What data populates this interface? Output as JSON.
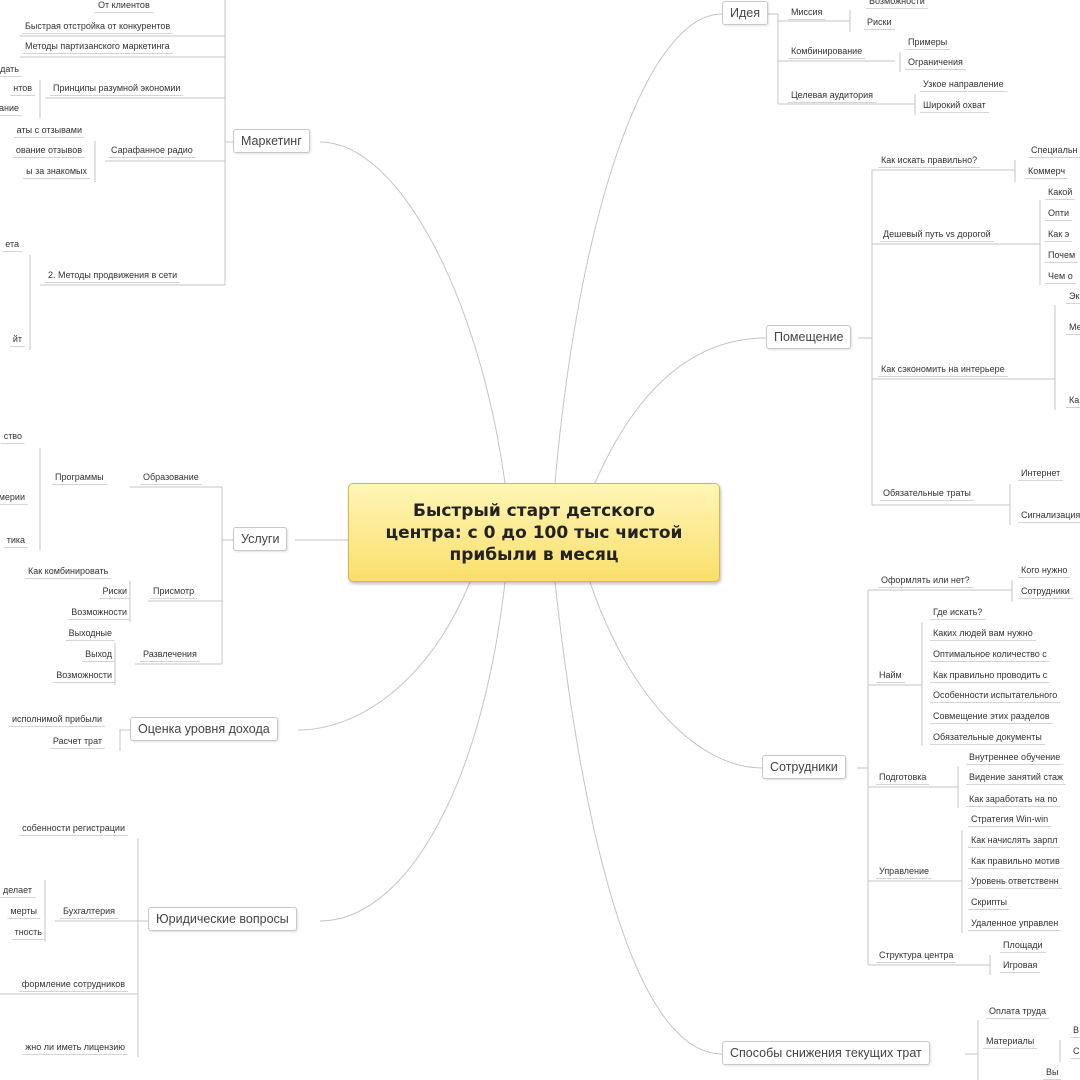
{
  "central": {
    "lines": [
      "Быстрый старт детского",
      "центра: с 0 до 100 тыс чистой",
      "прибыли в месяц"
    ]
  },
  "marketing": {
    "label": "Маркетинг",
    "items": [
      "От клиентов",
      "Быстрая отстройка от конкурентов",
      "Методы партизанского маркетинга",
      "дать",
      "нтов",
      "Принципы разумной экономии",
      "ание",
      "аты с отзывами",
      "ование отзывов",
      "Сарафанное радио",
      "ы за знакомых",
      "ета",
      "2. Методы продвижения в сети",
      "йт"
    ]
  },
  "services": {
    "label": "Услуги",
    "items": [
      "ство",
      "Программы",
      "Образование",
      "мерии",
      "тика",
      "Как комбинировать",
      "Риски",
      "Присмотр",
      "Возможности",
      "Выходные",
      "Выход",
      "Развлечения",
      "Возможности"
    ]
  },
  "income": {
    "label": "Оценка уровня дохода",
    "items": [
      "исполнимой прибыли",
      "Расчет трат"
    ]
  },
  "legal": {
    "label": "Юридические вопросы",
    "items": [
      "собенности регистрации",
      "и делает",
      "мерты",
      "Бухгалтерия",
      "тность",
      "формление сотрудников",
      "жно ли иметь лицензию"
    ]
  },
  "idea": {
    "label": "Идея",
    "items": [
      "Миссия",
      "Возможности",
      "Риски",
      "Комбинирование",
      "Примеры",
      "Ограничения",
      "Целевая аудитория",
      "Узкое направление",
      "Широкий охват"
    ]
  },
  "premises": {
    "label": "Помещение",
    "items": [
      "Как искать правильно?",
      "Специальн",
      "Коммерч",
      "Дешевый путь vs дорогой",
      "Какой",
      "Опти",
      "Как э",
      "Почем",
      "Чем о",
      "Как сэкономить на интерьере",
      "Эк",
      "Ме",
      "Ка",
      "Обязательные траты",
      "Интернет",
      "Сигнализация"
    ]
  },
  "staff": {
    "label": "Сотрудники",
    "items": [
      "Оформлять или нет?",
      "Кого нужно",
      "Сотрудники",
      "Найм",
      "Где искать?",
      "Каких людей вам нужно",
      "Оптимальное количество с",
      "Как правильно проводить с",
      "Особенности испытательного",
      "Совмещение этих разделов",
      "Обязательные документы",
      "Подготовка",
      "Внутреннее обучение",
      "Видение занятий стаж",
      "Как заработать на по",
      "Управление",
      "Стратегия Win-win",
      "Как начислять зарпл",
      "Как правильно мотив",
      "Уровень ответственн",
      "Скрипты",
      "Удаленное управлен",
      "Структура центра",
      "Площади",
      "Игровая"
    ]
  },
  "costs": {
    "label": "Способы снижения текущих трат",
    "items": [
      "Оплата труда",
      "Материалы",
      "В",
      "С",
      "Вы"
    ]
  }
}
